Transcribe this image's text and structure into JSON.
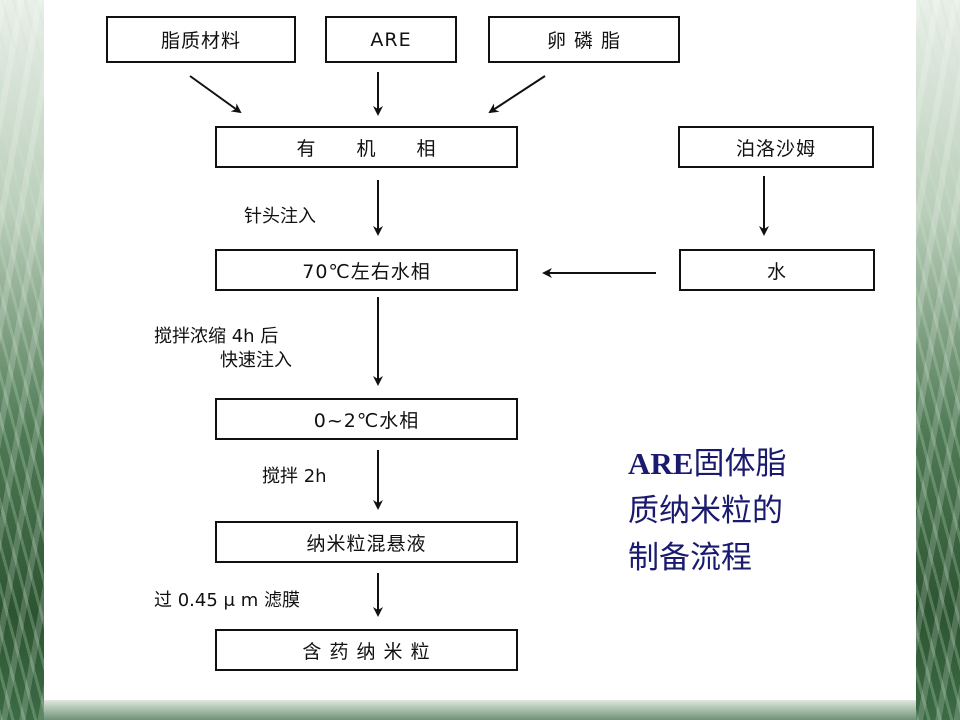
{
  "nodes": {
    "lipid_material": "脂质材料",
    "are": "ARE",
    "lecithin": "卵 磷 脂",
    "organic_phase": "有　　机　　相",
    "poloxamer": "泊洛沙姆",
    "water": "水",
    "water_phase_70": "70℃左右水相",
    "water_phase_0_2": "0~2℃水相",
    "nano_suspension": "纳米粒混悬液",
    "drug_nanoparticles": "含 药 纳 米 粒"
  },
  "steps": {
    "needle_injection": "针头注入",
    "stir_concentrate_line1": "搅拌浓缩 4h 后",
    "stir_concentrate_line2": "快速注入",
    "stir_2h": "搅拌 2h",
    "filter": "过 0.45 μ m 滤膜"
  },
  "caption": {
    "line1_bold": "ARE",
    "line1_rest": "固体脂",
    "line2": "质纳米粒的",
    "line3": "制备流程"
  },
  "colors": {
    "caption": "#1a1a6e",
    "line": "#111111"
  }
}
